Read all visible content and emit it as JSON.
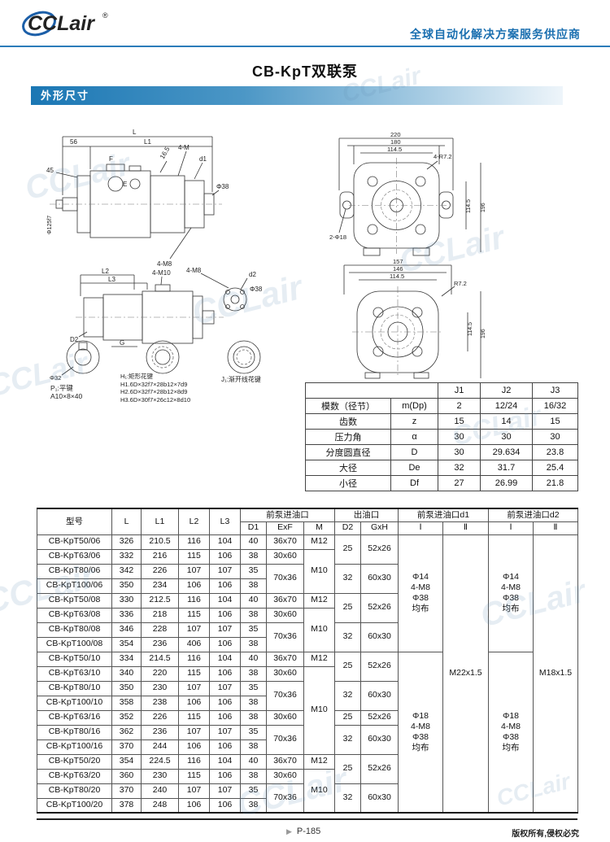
{
  "header": {
    "logo_text": "CCLair",
    "logo_reg": "®",
    "tagline": "全球自动化解决方案服务供应商"
  },
  "page_title": "CB-KpT双联泵",
  "banner": {
    "label": "外形尺寸"
  },
  "watermark_text": "CCLair",
  "drawings": {
    "side_view": {
      "dim_L": "L",
      "dim_56": "56",
      "dim_L1": "L1",
      "dim_45": "45",
      "dim_shaft": "Φ125f7",
      "dim_165": "16.5",
      "lbl_4M": "4-M",
      "lbl_d1": "d1",
      "lbl_F": "F",
      "lbl_E": "E",
      "lbl_phi38": "Φ38",
      "lbl_4M8": "4-M8"
    },
    "rear_view": {
      "dim_L2": "L2",
      "dim_L3": "L3",
      "lbl_4M10": "4-M10",
      "lbl_4M8": "4-M8",
      "lbl_d2": "d2",
      "lbl_phi38": "Φ38",
      "lbl_D2": "D2",
      "lbl_G": "G"
    },
    "flange_view_1": {
      "dim_220": "220",
      "dim_180": "180",
      "dim_114a": "114.5",
      "lbl_4R72": "4-R7.2",
      "dim_114b": "114.5",
      "dim_196": "196",
      "lbl_2phi18": "2-Φ18"
    },
    "flange_view_2": {
      "dim_157": "157",
      "dim_146": "146",
      "dim_114a": "114.5",
      "lbl_R72": "R7.2",
      "dim_114b": "114.5",
      "dim_196": "196"
    },
    "shaft_details": {
      "lbl_phi32": "Φ32",
      "key_text": "P₁:平键\nA10×8×40",
      "spline_text": "H₁:矩形花键\nH1.6D×32f7×28b12×7d9\nH2.6D×32f7×28b12×8d9\nH3.6D×30f7×26c12×8d10",
      "involute_text": "J₁:渐开线花键"
    }
  },
  "spec_table": {
    "corner_label": "",
    "col_headers": [
      "J1",
      "J2",
      "J3"
    ],
    "rows": [
      {
        "name": "模数（径节）",
        "symbol": "m(Dp)",
        "values": [
          "2",
          "12/24",
          "16/32"
        ]
      },
      {
        "name": "齿数",
        "symbol": "z",
        "values": [
          "15",
          "14",
          "15"
        ]
      },
      {
        "name": "压力角",
        "symbol": "α",
        "values": [
          "30",
          "30",
          "30"
        ]
      },
      {
        "name": "分度圆直径",
        "symbol": "D",
        "values": [
          "30",
          "29.634",
          "23.8"
        ]
      },
      {
        "name": "大径",
        "symbol": "De",
        "values": [
          "32",
          "31.7",
          "25.4"
        ]
      },
      {
        "name": "小径",
        "symbol": "Df",
        "values": [
          "27",
          "26.99",
          "21.8"
        ]
      }
    ]
  },
  "main_table": {
    "group_headers": [
      {
        "v": "型号",
        "rs": 2
      },
      {
        "v": "L",
        "rs": 2
      },
      {
        "v": "L1",
        "rs": 2
      },
      {
        "v": "L2",
        "rs": 2
      },
      {
        "v": "L3",
        "rs": 2
      },
      {
        "v": "前泵进油口",
        "cs": 3
      },
      {
        "v": "出油口",
        "cs": 2
      },
      {
        "v": "前泵进油口d1",
        "cs": 2
      },
      {
        "v": "前泵进油口d2",
        "cs": 2
      }
    ],
    "sub_headers": [
      "D1",
      "ExF",
      "M",
      "D2",
      "GxH",
      "Ⅰ",
      "Ⅱ",
      "Ⅰ",
      "Ⅱ"
    ],
    "rows": [
      [
        "CB-KpT50/06",
        "326",
        "210.5",
        "116",
        "104",
        "40",
        {
          "v": "36x70"
        },
        {
          "v": "M12"
        },
        {
          "v": "25",
          "rs": 2
        },
        {
          "v": "52x26",
          "rs": 2
        },
        {
          "v": "Φ14\n4-M8\nΦ38\n均布",
          "rs": 8
        },
        {
          "v": "M22x1.5",
          "rs": 19
        },
        {
          "v": "Φ14\n4-M8\nΦ38\n均布",
          "rs": 8
        },
        {
          "v": "M18x1.5",
          "rs": 19
        }
      ],
      [
        "CB-KpT63/06",
        "332",
        "216",
        "115",
        "106",
        "38",
        {
          "v": "30x60"
        },
        {
          "v": "M10",
          "rs": 3
        },
        null,
        null,
        null,
        null,
        null,
        null
      ],
      [
        "CB-KpT80/06",
        "342",
        "226",
        "107",
        "107",
        "35",
        {
          "v": "70x36",
          "rs": 2
        },
        null,
        {
          "v": "32",
          "rs": 2
        },
        {
          "v": "60x30",
          "rs": 2
        },
        null,
        null,
        null,
        null
      ],
      [
        "CB-KpT100/06",
        "350",
        "234",
        "106",
        "106",
        "38",
        null,
        null,
        null,
        null,
        null,
        null,
        null,
        null
      ],
      [
        "CB-KpT50/08",
        "330",
        "212.5",
        "116",
        "104",
        "40",
        {
          "v": "36x70"
        },
        {
          "v": "M12"
        },
        {
          "v": "25",
          "rs": 2
        },
        {
          "v": "52x26",
          "rs": 2
        },
        null,
        null,
        null,
        null
      ],
      [
        "CB-KpT63/08",
        "336",
        "218",
        "115",
        "106",
        "38",
        {
          "v": "30x60"
        },
        {
          "v": "M10",
          "rs": 3
        },
        null,
        null,
        null,
        null,
        null,
        null
      ],
      [
        "CB-KpT80/08",
        "346",
        "228",
        "107",
        "107",
        "35",
        {
          "v": "70x36",
          "rs": 2
        },
        null,
        {
          "v": "32",
          "rs": 2
        },
        {
          "v": "60x30",
          "rs": 2
        },
        null,
        null,
        null,
        null
      ],
      [
        "CB-KpT100/08",
        "354",
        "236",
        "406",
        "106",
        "38",
        null,
        null,
        null,
        null,
        null,
        null,
        null,
        null
      ],
      [
        "CB-KpT50/10",
        "334",
        "214.5",
        "116",
        "104",
        "40",
        {
          "v": "36x70"
        },
        {
          "v": "M12"
        },
        {
          "v": "25",
          "rs": 2
        },
        {
          "v": "52x26",
          "rs": 2
        },
        {
          "v": "Φ18\n4-M8\nΦ38\n均布",
          "rs": 11
        },
        null,
        {
          "v": "Φ18\n4-M8\nΦ38\n均布",
          "rs": 11
        },
        null
      ],
      [
        "CB-KpT63/10",
        "340",
        "220",
        "115",
        "106",
        "38",
        {
          "v": "30x60"
        },
        {
          "v": "M10",
          "rs": 6
        },
        null,
        null,
        null,
        null,
        null,
        null
      ],
      [
        "CB-KpT80/10",
        "350",
        "230",
        "107",
        "107",
        "35",
        {
          "v": "70x36",
          "rs": 2
        },
        null,
        {
          "v": "32",
          "rs": 2
        },
        {
          "v": "60x30",
          "rs": 2
        },
        null,
        null,
        null,
        null
      ],
      [
        "CB-KpT100/10",
        "358",
        "238",
        "106",
        "106",
        "38",
        null,
        null,
        null,
        null,
        null,
        null,
        null,
        null
      ],
      [
        "CB-KpT63/16",
        "352",
        "226",
        "115",
        "106",
        "38",
        {
          "v": "30x60"
        },
        null,
        {
          "v": "25"
        },
        {
          "v": "52x26"
        },
        null,
        null,
        null,
        null
      ],
      [
        "CB-KpT80/16",
        "362",
        "236",
        "107",
        "107",
        "35",
        {
          "v": "70x36",
          "rs": 2
        },
        null,
        {
          "v": "32",
          "rs": 2
        },
        {
          "v": "60x30",
          "rs": 2
        },
        null,
        null,
        null,
        null
      ],
      [
        "CB-KpT100/16",
        "370",
        "244",
        "106",
        "106",
        "38",
        null,
        null,
        null,
        null,
        null,
        null,
        null,
        null
      ],
      [
        "CB-KpT50/20",
        "354",
        "224.5",
        "116",
        "104",
        "40",
        {
          "v": "36x70"
        },
        {
          "v": "M12"
        },
        {
          "v": "25",
          "rs": 2
        },
        {
          "v": "52x26",
          "rs": 2
        },
        null,
        null,
        null,
        null
      ],
      [
        "CB-KpT63/20",
        "360",
        "230",
        "115",
        "106",
        "38",
        {
          "v": "30x60"
        },
        {
          "v": "M10",
          "rs": 3
        },
        null,
        null,
        null,
        null,
        null,
        null
      ],
      [
        "CB-KpT80/20",
        "370",
        "240",
        "107",
        "107",
        "35",
        {
          "v": "70x36",
          "rs": 2
        },
        null,
        {
          "v": "32",
          "rs": 2
        },
        {
          "v": "60x30",
          "rs": 2
        },
        null,
        null,
        null,
        null
      ],
      [
        "CB-KpT100/20",
        "378",
        "248",
        "106",
        "106",
        "38",
        null,
        null,
        null,
        null,
        null,
        null,
        null,
        null
      ]
    ]
  },
  "footer": {
    "arrow": "▶",
    "page_no": "P-185",
    "copyright": "版权所有,侵权必究"
  }
}
